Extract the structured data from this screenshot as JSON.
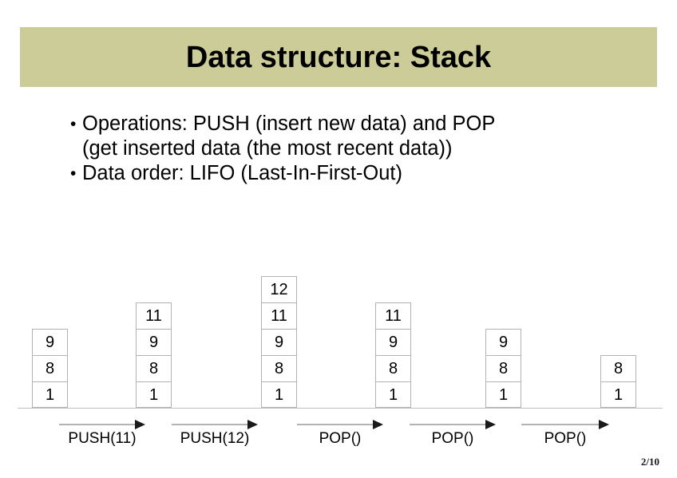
{
  "slide": {
    "title": "Data structure: Stack",
    "banner_color": "#cccc99",
    "background_color": "#ffffff",
    "page_number": "2/10"
  },
  "bullets": [
    {
      "marker": "•",
      "lines": [
        "Operations: PUSH (insert new data) and POP",
        "(get inserted data (the most recent data))"
      ]
    },
    {
      "marker": "•",
      "lines": [
        "Data order: LIFO (Last-In-First-Out)"
      ]
    }
  ],
  "diagram": {
    "stacks": [
      {
        "label": "stack-initial",
        "cells": [
          "9",
          "8",
          "1"
        ]
      },
      {
        "label": "stack-after-push-11",
        "cells": [
          "11",
          "9",
          "8",
          "1"
        ]
      },
      {
        "label": "stack-after-push-12",
        "cells": [
          "12",
          "11",
          "9",
          "8",
          "1"
        ]
      },
      {
        "label": "stack-after-pop-1",
        "cells": [
          "11",
          "9",
          "8",
          "1"
        ]
      },
      {
        "label": "stack-after-pop-2",
        "cells": [
          "9",
          "8",
          "1"
        ]
      },
      {
        "label": "stack-after-pop-3",
        "cells": [
          "8",
          "1"
        ]
      }
    ],
    "transitions": [
      {
        "label": "PUSH(11)"
      },
      {
        "label": "PUSH(12)"
      },
      {
        "label": "POP()"
      },
      {
        "label": "POP()"
      },
      {
        "label": "POP()"
      }
    ]
  }
}
